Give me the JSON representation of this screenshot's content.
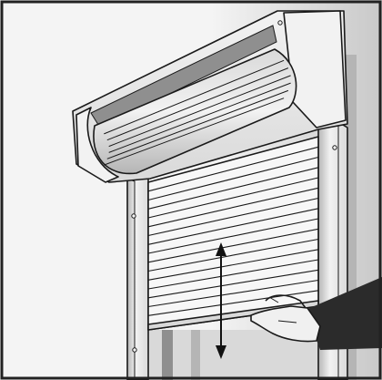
{
  "figure": {
    "subject": "roller-shutter-manual-operation",
    "colors": {
      "outline": "#1a1a1a",
      "frame_border": "#222222",
      "background_light": "#f4f4f4",
      "background_dark": "#c9c9c9",
      "metal_light": "#f2f2f2",
      "metal_mid": "#d9d9d9",
      "metal_dark": "#b5b5b5",
      "shadow": "#8f8f8f",
      "slat_fill": "#f7f7f7",
      "arrow": "#111111",
      "sleeve": "#2b2b2b",
      "hand": "#f0f0f0"
    },
    "icons": [
      "double-arrow-icon",
      "hand-icon",
      "screw-icon"
    ],
    "slat_count": 16,
    "roll_band_count": 6
  }
}
